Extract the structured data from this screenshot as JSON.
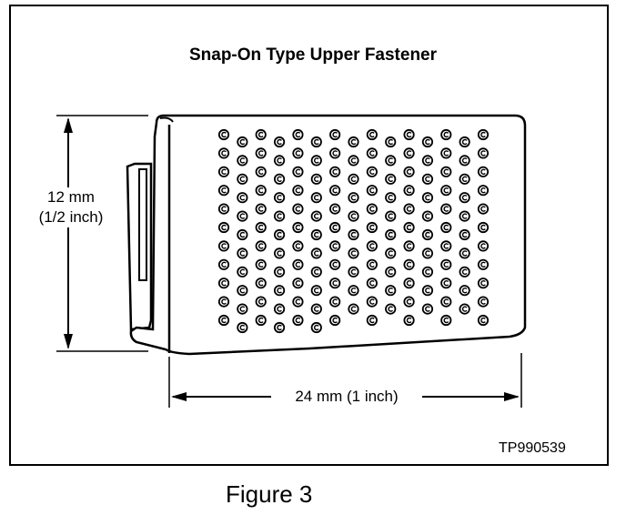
{
  "title": "Snap-On Type Upper Fastener",
  "height_label_line1": "12 mm",
  "height_label_line2": "(1/2 inch)",
  "width_label": "24 mm (1 inch)",
  "figure_code": "TP990539",
  "caption": "Figure 3",
  "hole_grid": {
    "columns": 15,
    "rows": 11,
    "icon": "snap-hole-icon"
  }
}
